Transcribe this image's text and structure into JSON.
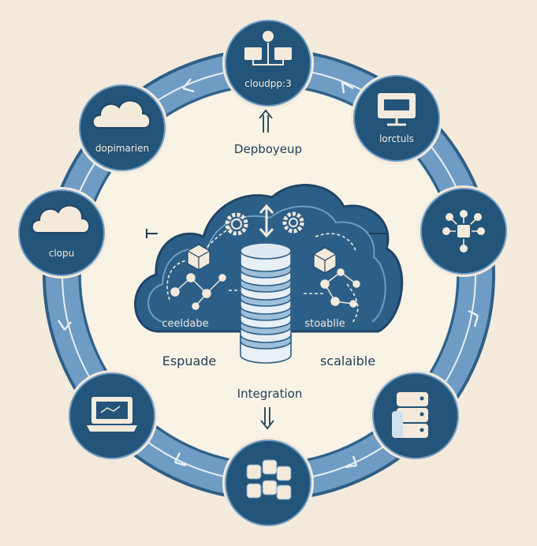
{
  "colors": {
    "background": "#f3eadc",
    "ring": "#6f9cc4",
    "ring_dark": "#2f5f86",
    "node_fill": "#235479",
    "center": "#f8f3e4",
    "cloud": "#2c5f88",
    "text": "#1f3d58"
  },
  "nodes": [
    {
      "id": "top",
      "label": "cloudpp:3",
      "icon": "users-network-icon"
    },
    {
      "id": "top-right",
      "label": "lorctuls",
      "icon": "monitor-icon"
    },
    {
      "id": "right",
      "label": "",
      "icon": "network-hub-icon"
    },
    {
      "id": "bottom-right",
      "label": "",
      "icon": "database-stack-icon"
    },
    {
      "id": "bottom",
      "label": "",
      "icon": "database-cluster-icon"
    },
    {
      "id": "bottom-left",
      "label": "",
      "icon": "laptop-icon"
    },
    {
      "id": "left",
      "label": "clopu",
      "icon": "cloud-icon"
    },
    {
      "id": "top-left",
      "label": "dopimarien",
      "icon": "cloud-icon"
    }
  ],
  "center": {
    "top_label": "Depboyeup",
    "bottom_label": "Integration",
    "left_label": "Espuade",
    "right_label": "scalaible",
    "cloud_left_label": "ceeldabe",
    "cloud_right_label": "stoablle"
  }
}
